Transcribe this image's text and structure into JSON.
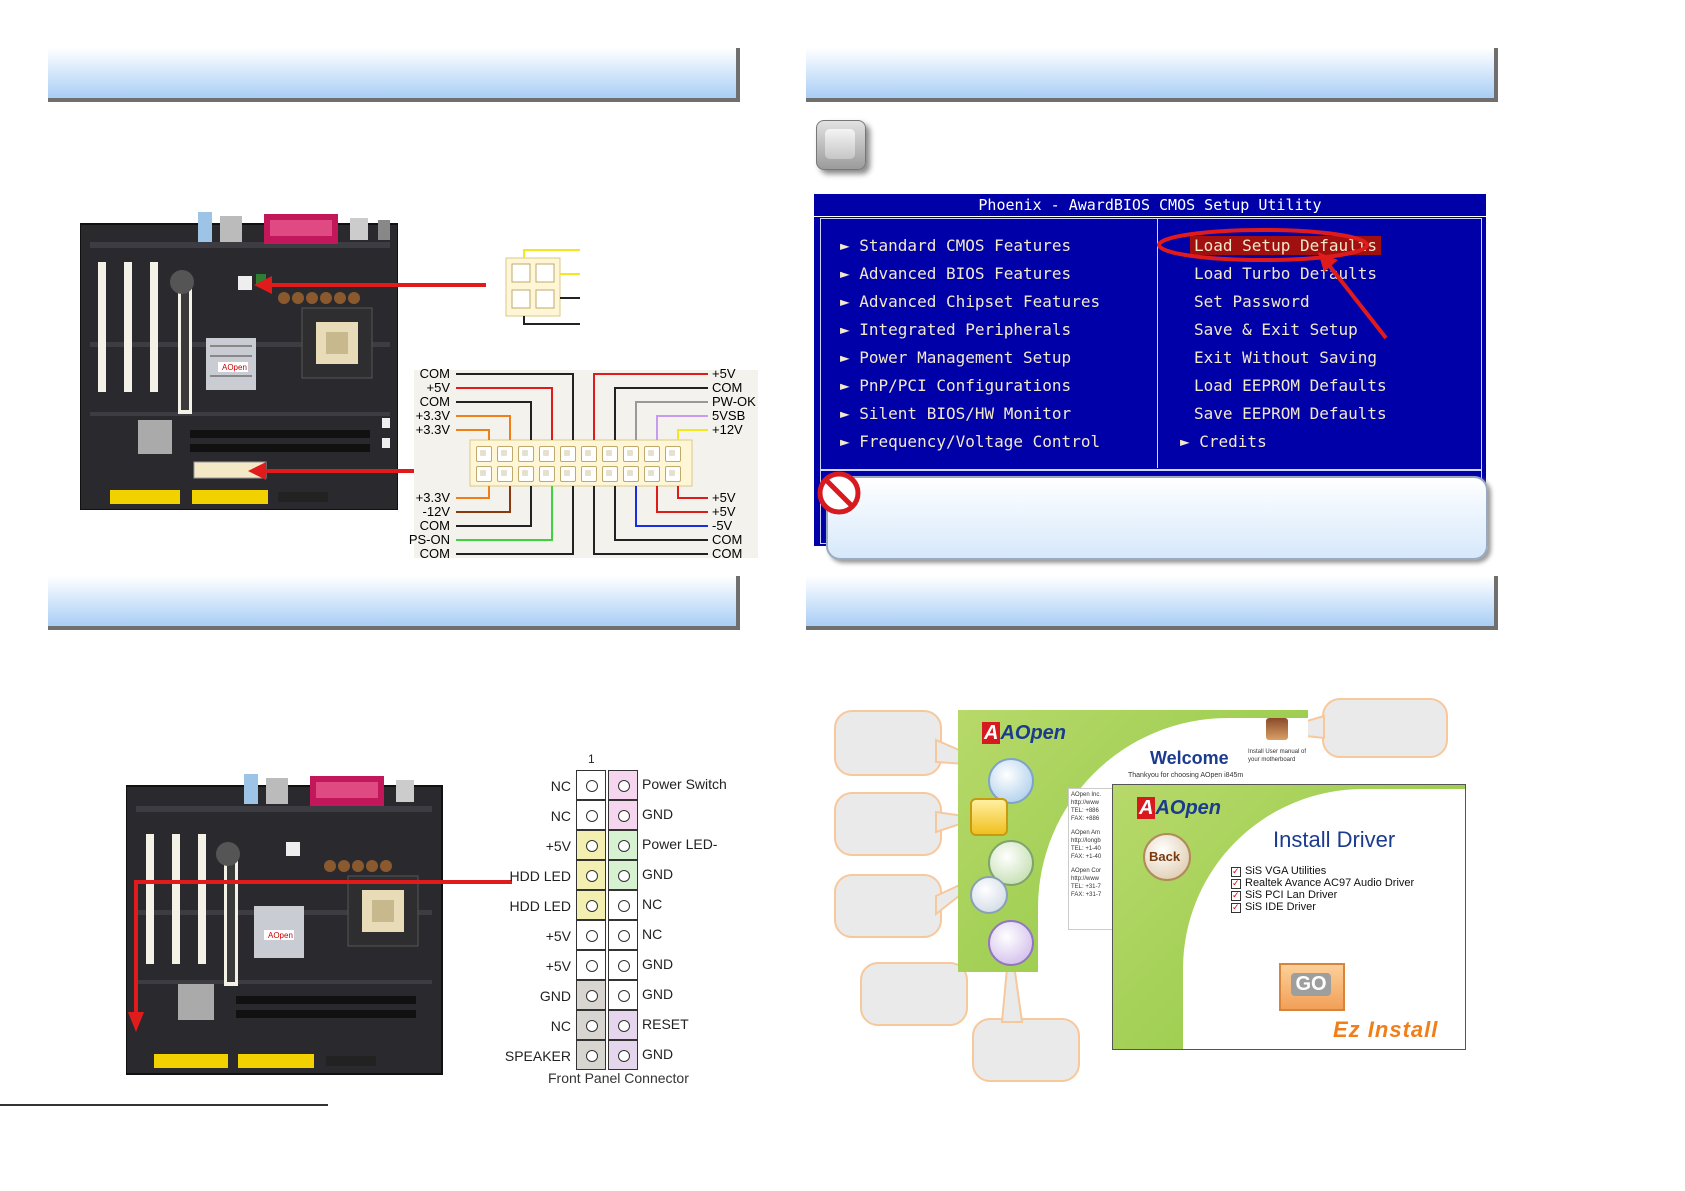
{
  "bios": {
    "title": "Phoenix - AwardBIOS CMOS Setup Utility",
    "left_items": [
      "Standard CMOS Features",
      "Advanced BIOS Features",
      "Advanced Chipset Features",
      "Integrated Peripherals",
      "Power Management Setup",
      "PnP/PCI Configurations",
      "Silent BIOS/HW Monitor",
      "Frequency/Voltage Control"
    ],
    "right_items": [
      "Load Setup Defaults",
      "Load Turbo Defaults",
      "Set Password",
      "Save & Exit Setup",
      "Exit Without Saving",
      "Load EEPROM Defaults",
      "Save EEPROM Defaults",
      "Credits"
    ],
    "selected": "Load Setup Defaults"
  },
  "atx": {
    "left_top": [
      "COM",
      "+5V",
      "COM",
      "+3.3V",
      "+3.3V"
    ],
    "right_top": [
      "+5V",
      "COM",
      "PW-OK",
      "5VSB",
      "+12V"
    ],
    "left_bottom": [
      "+3.3V",
      "-12V",
      "COM",
      "PS-ON",
      "COM"
    ],
    "right_bottom": [
      "+5V",
      "+5V",
      "-5V",
      "COM",
      "COM"
    ]
  },
  "front_panel": {
    "pin1_label": "1",
    "left_labels": [
      "NC",
      "NC",
      "+5V",
      "HDD LED",
      "HDD LED",
      "+5V",
      "+5V",
      "GND",
      "NC",
      "SPEAKER"
    ],
    "right_labels": [
      "Power Switch",
      "GND",
      "Power LED-",
      "GND",
      "NC",
      "NC",
      "GND",
      "GND",
      "RESET",
      "GND"
    ],
    "caption": "Front Panel Connector"
  },
  "brand": "AOpen",
  "welcome": {
    "title": "Welcome",
    "subtitle": "Thankyou for choosing AOpen i845m",
    "manual_label": "Install User manual of your motherboard",
    "info_lines": [
      "AOpen Inc.",
      "http://www",
      "TEL: +886",
      "FAX: +886",
      "AOpen Am",
      "http://longb",
      "TEL: +1-40",
      "FAX: +1-40",
      "AOpen Cor",
      "http://www",
      "TEL: +31-7",
      "FAX: +31-7"
    ]
  },
  "install_driver": {
    "title": "Install Driver",
    "back": "Back",
    "go": "GO",
    "drivers": [
      "SiS VGA Utilities",
      "Realtek Avance AC97 Audio Driver",
      "SiS PCI Lan Driver",
      "SiS IDE Driver"
    ],
    "logo": "Ez Install"
  },
  "colors": {
    "bios_bg": "#0000a8",
    "highlight": "#a01010",
    "arrow": "#e01b1b",
    "header_grad": "#a9cdf3"
  }
}
